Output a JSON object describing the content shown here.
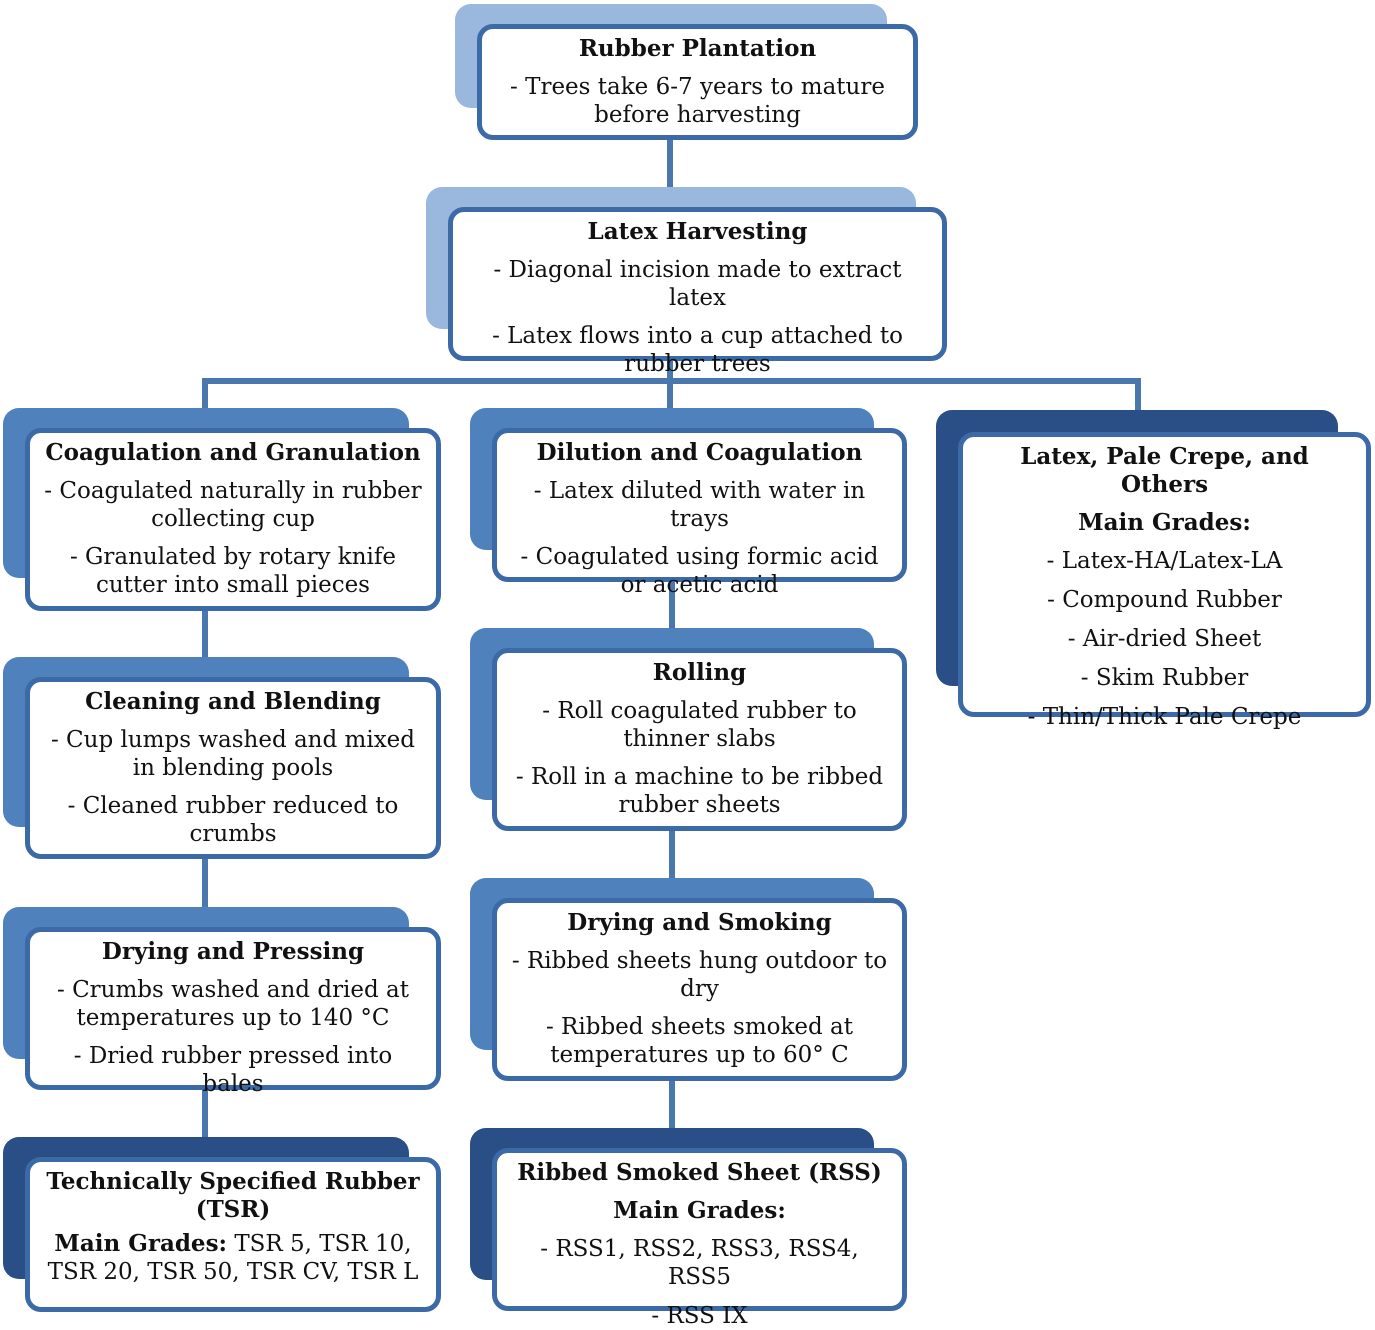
{
  "nodes": {
    "plantation": {
      "title": "Rubber Plantation",
      "lines": [
        "- Trees take 6-7 years to mature before harvesting"
      ]
    },
    "harvesting": {
      "title": "Latex Harvesting",
      "lines": [
        "- Diagonal incision made to extract latex",
        "- Latex flows into a cup attached to rubber trees"
      ]
    },
    "coagulation_granulation": {
      "title": "Coagulation and Granulation",
      "lines": [
        "- Coagulated naturally in rubber collecting cup",
        "- Granulated by rotary knife cutter into small pieces"
      ]
    },
    "cleaning_blending": {
      "title": "Cleaning and Blending",
      "lines": [
        "- Cup lumps washed and mixed in blending pools",
        "- Cleaned rubber reduced to crumbs"
      ]
    },
    "drying_pressing": {
      "title": "Drying and Pressing",
      "lines": [
        "- Crumbs washed and dried at temperatures up to 140 °C",
        "- Dried rubber pressed into bales"
      ]
    },
    "tsr": {
      "title": "Technically Specified Rubber (TSR)",
      "grades_label": "Main Grades:",
      "grades_text": " TSR 5, TSR 10, TSR 20, TSR 50, TSR CV, TSR L"
    },
    "dilution_coagulation": {
      "title": "Dilution and Coagulation",
      "lines": [
        "- Latex diluted with water in trays",
        "- Coagulated using formic acid or acetic acid"
      ]
    },
    "rolling": {
      "title": "Rolling",
      "lines": [
        "- Roll coagulated rubber to thinner slabs",
        "- Roll in a machine to be ribbed rubber sheets"
      ]
    },
    "drying_smoking": {
      "title": "Drying and Smoking",
      "lines": [
        "- Ribbed sheets hung outdoor to dry",
        "- Ribbed sheets smoked at temperatures up to 60° C"
      ]
    },
    "rss": {
      "title": "Ribbed Smoked Sheet (RSS)",
      "grades_label": "Main Grades:",
      "grades": [
        "- RSS1, RSS2, RSS3, RSS4, RSS5",
        "- RSS IX"
      ]
    },
    "latex_others": {
      "title": "Latex, Pale Crepe, and Others",
      "grades_label": "Main Grades:",
      "grades": [
        "- Latex-HA/Latex-LA",
        "- Compound Rubber",
        "- Air-dried Sheet",
        "- Skim Rubber",
        "- Thin/Thick Pale Crepe"
      ]
    }
  }
}
